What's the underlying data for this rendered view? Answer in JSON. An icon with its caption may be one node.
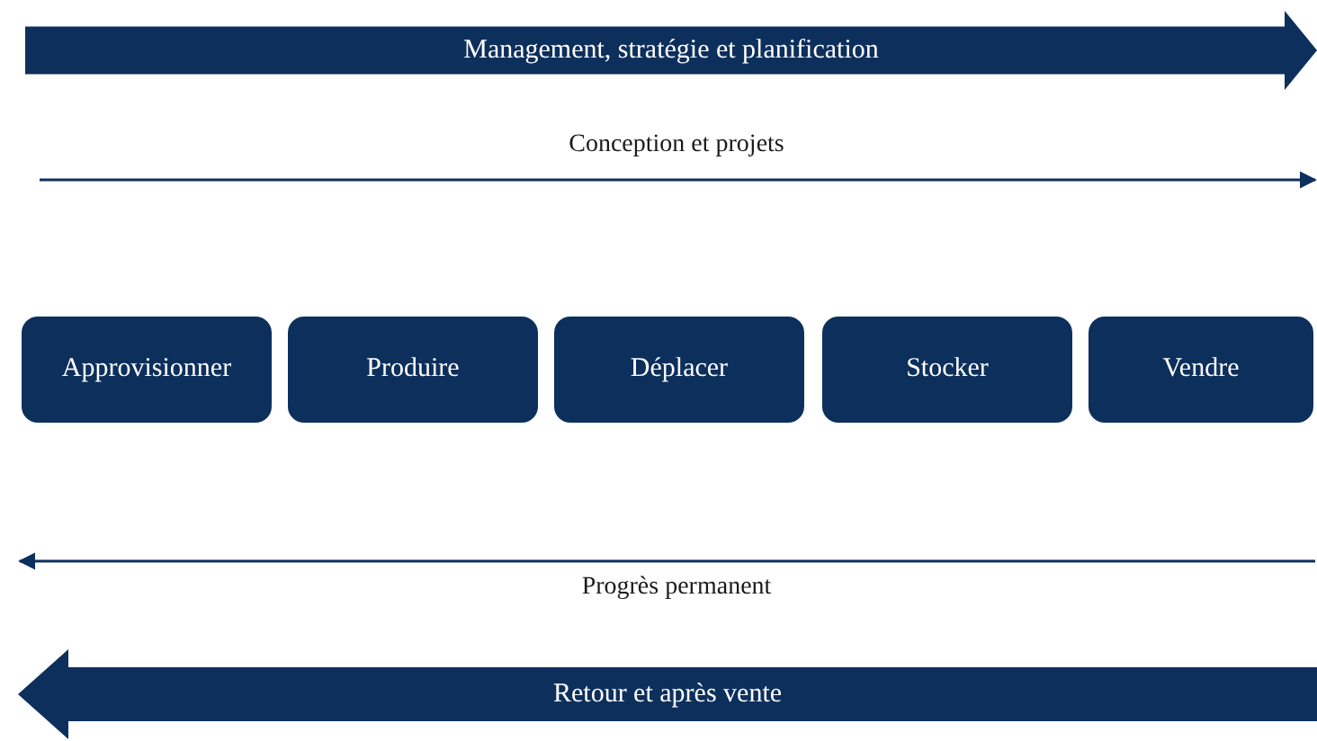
{
  "diagram": {
    "nodes": [
      {
        "text": [
          "Management, stratégie et planification"
        ]
      },
      {
        "text": [
          "Approvisionner"
        ]
      },
      {
        "text": [
          "Produire"
        ]
      },
      {
        "text": [
          "Déplacer"
        ]
      },
      {
        "text": [
          "Stocker"
        ]
      },
      {
        "text": [
          "Vendre"
        ]
      },
      {
        "text": [
          "Retour et après vente"
        ]
      }
    ],
    "edges": [],
    "labels": [
      "Conception et projets",
      "Progrès permanent"
    ]
  }
}
